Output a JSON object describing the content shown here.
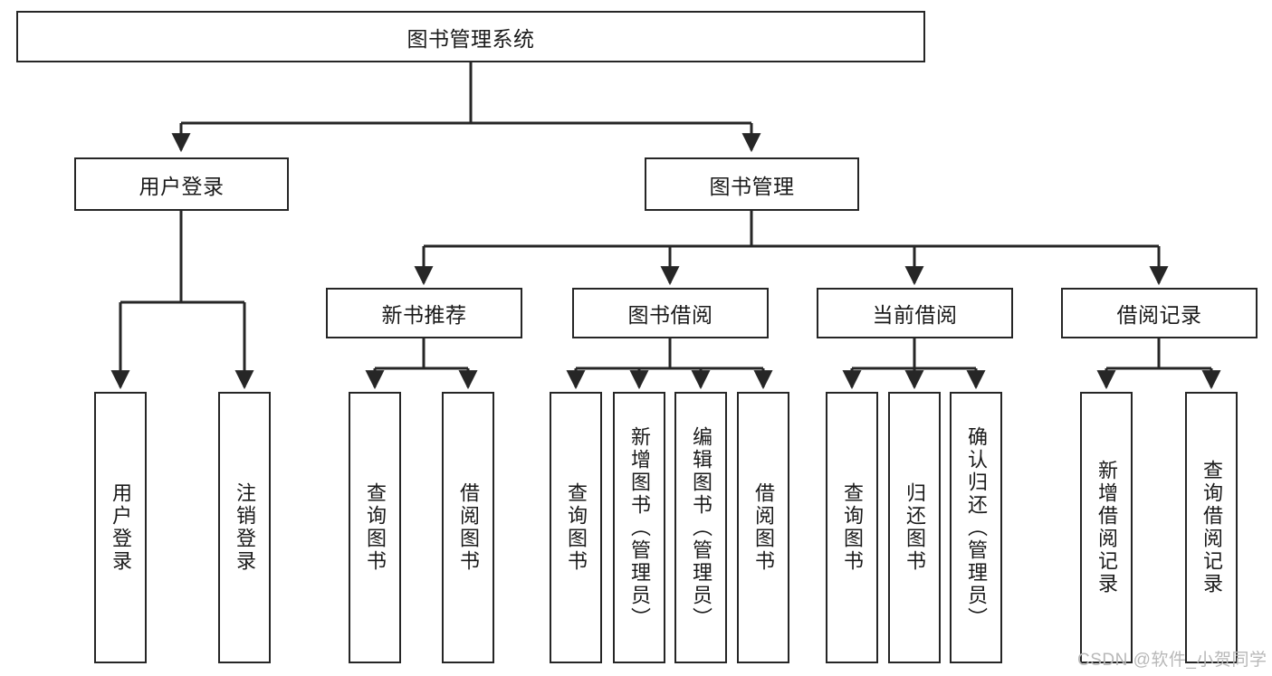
{
  "diagram": {
    "type": "hierarchy-tree",
    "title": "图书管理系统",
    "watermark": "CSDN @软件_小贺同学",
    "levels": {
      "root": {
        "label": "图书管理系统"
      },
      "level2": [
        {
          "label": "用户登录"
        },
        {
          "label": "图书管理"
        }
      ],
      "level3": [
        {
          "label": "新书推荐"
        },
        {
          "label": "图书借阅"
        },
        {
          "label": "当前借阅"
        },
        {
          "label": "借阅记录"
        }
      ],
      "leaves": {
        "user_login": [
          {
            "label": "用户登录"
          },
          {
            "label": "注销登录"
          }
        ],
        "new_book": [
          {
            "label": "查询图书"
          },
          {
            "label": "借阅图书"
          }
        ],
        "book_borrow": [
          {
            "label": "查询图书"
          },
          {
            "label": "新增图书（管理员）"
          },
          {
            "label": "编辑图书（管理员）"
          },
          {
            "label": "借阅图书"
          }
        ],
        "current_borrow": [
          {
            "label": "查询图书"
          },
          {
            "label": "归还图书"
          },
          {
            "label": "确认归还（管理员）"
          }
        ],
        "borrow_record": [
          {
            "label": "新增借阅记录"
          },
          {
            "label": "查询借阅记录"
          }
        ]
      }
    },
    "colors": {
      "stroke": "#262626",
      "fill": "#ffffff",
      "text": "#1a1a1a",
      "watermark": "#b8b8b8"
    }
  }
}
